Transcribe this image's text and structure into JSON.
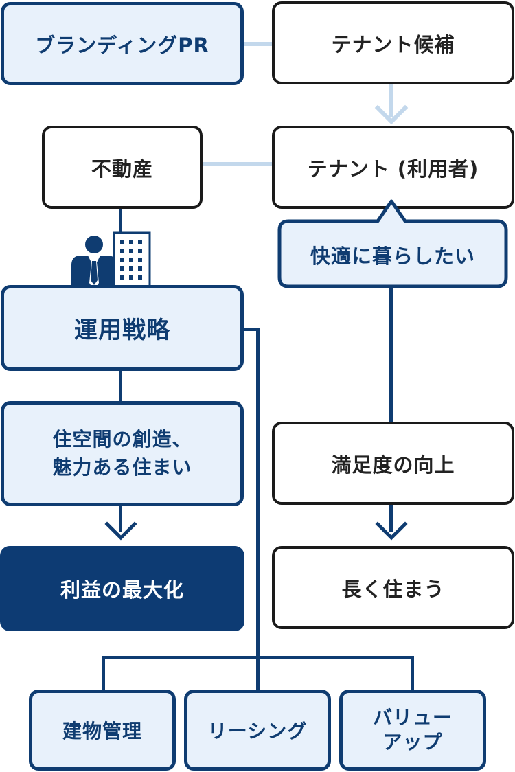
{
  "nodes": {
    "branding_pr": "ブランディングPR",
    "tenant_candidate": "テナント候補",
    "real_estate": "不動産",
    "tenant_user": "テナント (利用者)",
    "comfortable_living": "快適に暮らしたい",
    "operation_strategy": "運用戦略",
    "space_creation_line1": "住空間の創造、",
    "space_creation_line2": "魅力ある住まい",
    "satisfaction_up": "満足度の向上",
    "profit_max": "利益の最大化",
    "long_stay": "長く住まう",
    "building_mgmt": "建物管理",
    "leasing": "リーシング",
    "value_up_line1": "バリュー",
    "value_up_line2": "アップ"
  },
  "icons": [
    "businessman-icon",
    "building-icon"
  ],
  "colors": {
    "navy": "#0f3c71",
    "light_blue_fill": "#e8f1fb",
    "light_connector": "#c3d8ec",
    "solid_fill": "#0d3b73"
  }
}
